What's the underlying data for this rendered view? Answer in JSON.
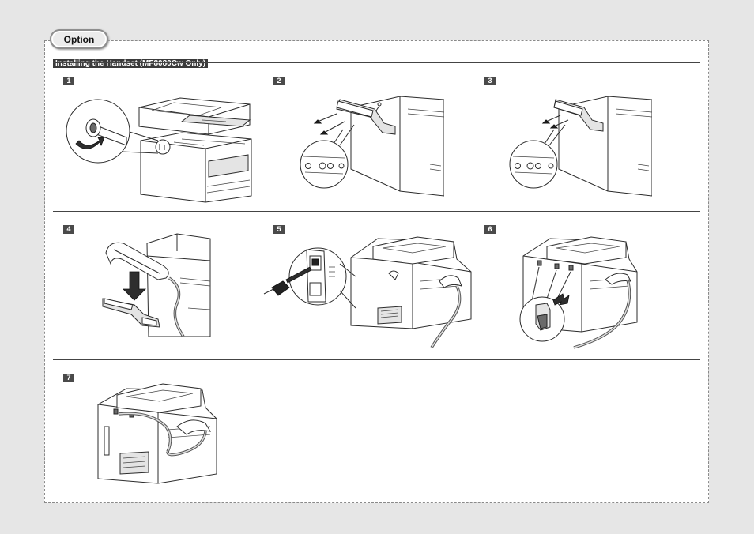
{
  "badge": {
    "label": "Option"
  },
  "section": {
    "title": "Installing the Handset (MF8080Cw  Only)"
  },
  "steps": [
    {
      "number": "1"
    },
    {
      "number": "2"
    },
    {
      "number": "3"
    },
    {
      "number": "4"
    },
    {
      "number": "5"
    },
    {
      "number": "6"
    },
    {
      "number": "7"
    }
  ],
  "colors": {
    "background": "#e6e6e6",
    "frame_border": "#8a8a8a",
    "title_bar": "#3a3a3a",
    "step_badge": "#4a4a4a"
  }
}
